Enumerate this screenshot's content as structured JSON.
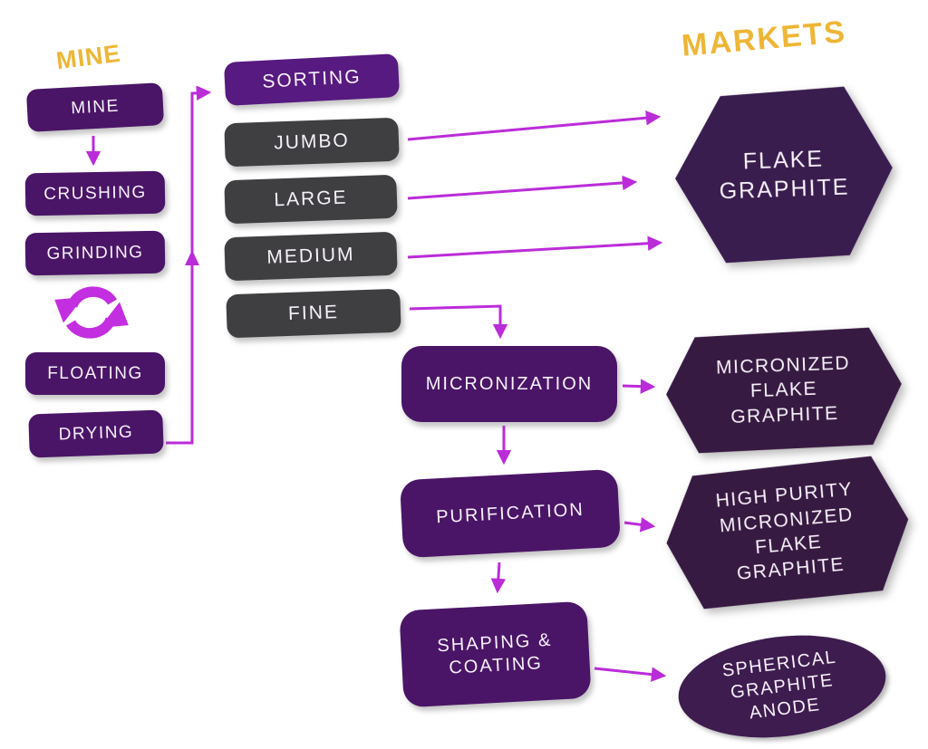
{
  "header": {
    "mine_title": "MINE",
    "markets_title": "MARKETS"
  },
  "mine_column": {
    "boxes": [
      {
        "label": "MINE"
      },
      {
        "label": "CRUSHING"
      },
      {
        "label": "GRINDING"
      },
      {
        "label": "FLOATING"
      },
      {
        "label": "DRYING"
      }
    ]
  },
  "sorting_column": {
    "sorting": {
      "label": "SORTING"
    },
    "size_grades": [
      {
        "label": "JUMBO"
      },
      {
        "label": "LARGE"
      },
      {
        "label": "MEDIUM"
      },
      {
        "label": "FINE"
      }
    ]
  },
  "processing_steps": [
    {
      "label": "MICRONIZATION"
    },
    {
      "label": "PURIFICATION"
    },
    {
      "label": "SHAPING & COATING"
    }
  ],
  "markets": {
    "flake_graphite": {
      "label": "FLAKE GRAPHITE",
      "shape": "hexagon"
    },
    "micronized_flake_graphite": {
      "label": "MICRONIZED FLAKE GRAPHITE",
      "shape": "hexagon"
    },
    "high_purity_micronized_flake_graphite": {
      "label": "HIGH PURITY MICRONIZED FLAKE GRAPHITE",
      "shape": "hexagon"
    },
    "spherical_graphite_anode": {
      "label": "SPHERICAL GRAPHITE ANODE",
      "shape": "ellipse"
    }
  },
  "icons": {
    "recycle": "recycle-arrows"
  },
  "edges": [
    {
      "from": "mine",
      "to": "crushing"
    },
    {
      "from": "drying",
      "to": "sorting"
    },
    {
      "from": "jumbo",
      "to": "flake-graphite"
    },
    {
      "from": "large",
      "to": "flake-graphite"
    },
    {
      "from": "medium",
      "to": "flake-graphite"
    },
    {
      "from": "fine",
      "to": "micronization"
    },
    {
      "from": "micronization",
      "to": "micronized-flake-graphite"
    },
    {
      "from": "micronization",
      "to": "purification"
    },
    {
      "from": "purification",
      "to": "high-purity-micronized-flake-graphite"
    },
    {
      "from": "purification",
      "to": "shaping-coating"
    },
    {
      "from": "shaping-coating",
      "to": "spherical-graphite-anode"
    }
  ],
  "colors": {
    "purple_box": "#4a1567",
    "sorting_purple": "#571a80",
    "dark_box": "#3f3e41",
    "flake_hexagon": "#3a1d4f",
    "market_hexagon": "#371a42",
    "ellipse": "#3e1c4f",
    "arrow": "#bb2cd9",
    "recycle_icon": "#c32ee0",
    "title_gold": "#eeb636",
    "text": "#f6f1f9",
    "background": "#ffffff"
  }
}
